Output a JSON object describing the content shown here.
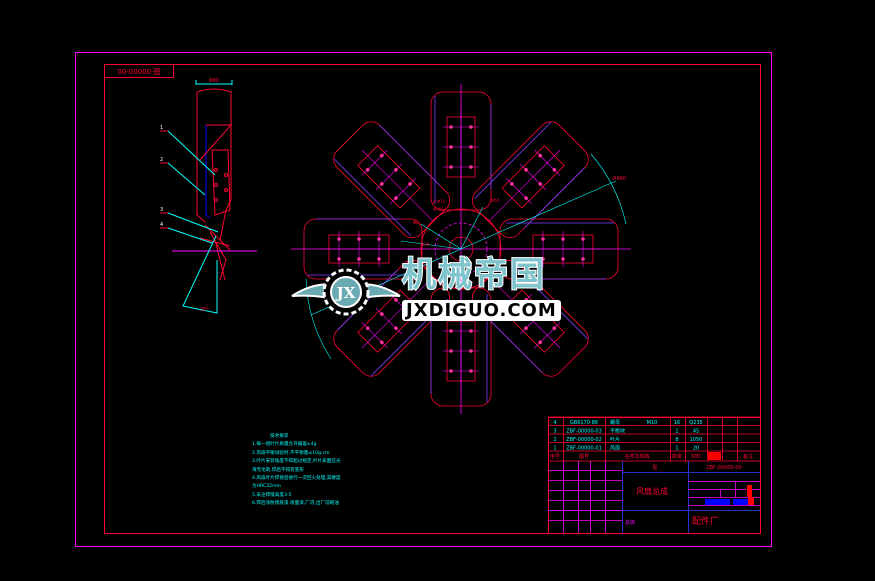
{
  "drawing": {
    "tag_label": "00-00000-图",
    "side_view": {
      "balloons": [
        "1",
        "2",
        "3",
        "4"
      ],
      "dim_top": "Φ80",
      "dim_angle": "30°"
    },
    "front_view": {
      "dims": [
        "4-Φ11",
        "Φ160",
        "Φ36",
        "Φ50",
        "R480",
        "Φ8"
      ]
    },
    "tech_requirements": {
      "title": "技术要求",
      "lines": [
        "1.每一组叶片质量允许偏差±4g",
        "2.风扇平衡试验时,不平衡量≤10g.cm",
        "3.叶片安装角度不得超过规定,叶片表面应光",
        "  滑无毛刺,焊后不得有变形",
        "4.风扇叶片焊接后进行一次回火处理,其硬度",
        "  为HRC32min",
        "5.未注焊缝高度3-5",
        "6.焊后涂防锈底漆,喷面漆,厂内,出厂前刷油"
      ]
    },
    "parts_list": {
      "rows": [
        {
          "no": "4",
          "code": "GB6170-86",
          "name": "螺母",
          "spec": "M10",
          "qty": "16",
          "material": "Q235",
          "note": ""
        },
        {
          "no": "3",
          "code": "ZBF-00000-03",
          "name": "平衡块",
          "spec": "",
          "qty": "1",
          "material": "45",
          "note": ""
        },
        {
          "no": "2",
          "code": "ZBF-00000-02",
          "name": "叶片",
          "spec": "",
          "qty": "8",
          "material": "1050",
          "note": ""
        },
        {
          "no": "1",
          "code": "ZBF-00000-01",
          "name": "风扇",
          "spec": "",
          "qty": "1",
          "material": "20",
          "note": ""
        }
      ],
      "header": {
        "no": "序号",
        "code": "图号",
        "name": "名称及规格",
        "qty": "数量",
        "material": "材料",
        "note": "备注"
      }
    },
    "title_block": {
      "part_type": "型",
      "drawing_no": "ZBF-00000-00",
      "title": "风扇总成",
      "designer_label": "总体",
      "company": "配件厂"
    },
    "colors": {
      "frame": "#ff00ff",
      "border": "#ff0033",
      "line": "#ff0033",
      "center": "#ff00ff",
      "dim": "#00ffff",
      "hidden": "#7b3cff",
      "text": "#00ffff",
      "blue": "#0000ff"
    }
  },
  "watermark": {
    "title": "机械帝国",
    "url": "JXDIGUO.COM",
    "logo": "JX"
  }
}
